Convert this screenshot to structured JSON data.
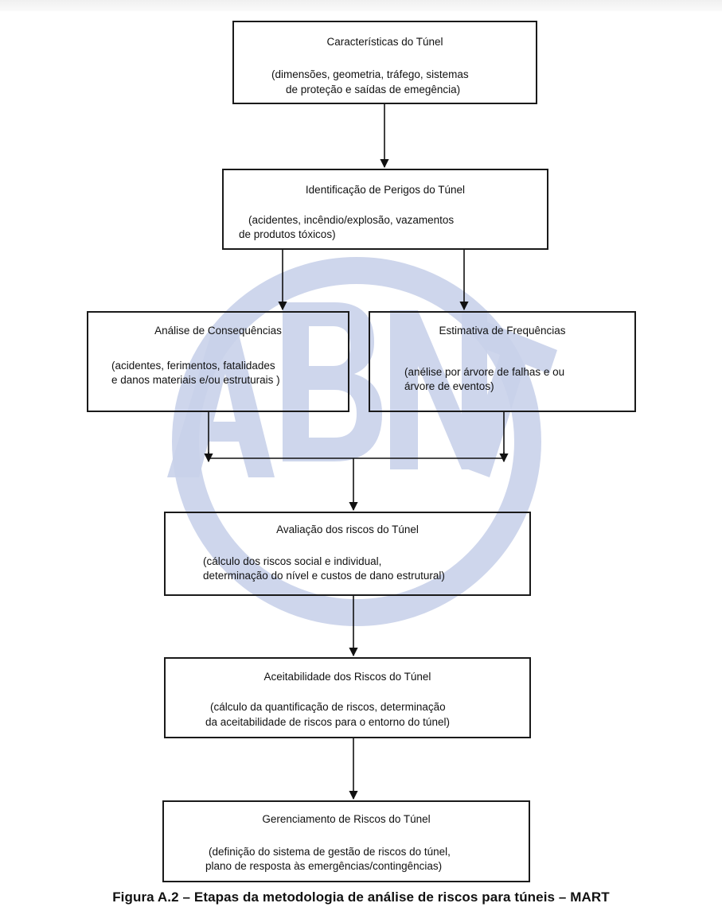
{
  "boxes": {
    "characteristics": {
      "title": "Características do Túnel",
      "desc": [
        "(dimensões, geometria, tráfego, sistemas",
        "de proteção e saídas de emegência)"
      ]
    },
    "hazards": {
      "title": "Identificação de Perigos do Túnel",
      "desc": [
        "(acidentes, incêndio/explosão, vazamentos",
        "de produtos tóxicos)"
      ]
    },
    "consequences": {
      "title": "Análise de Consequências",
      "desc": [
        "(acidentes, ferimentos, fatalidades",
        "e danos materiais e/ou estruturais )"
      ]
    },
    "frequencies": {
      "title": "Estimativa de Frequências",
      "desc": [
        "(anélise por árvore de falhas e ou",
        "árvore de eventos)"
      ]
    },
    "evaluation": {
      "title": "Avaliação dos riscos do Túnel",
      "desc": [
        "(cálculo dos riscos social e individual,",
        "determinação do nível e custos de dano estrutural)"
      ]
    },
    "acceptability": {
      "title": "Aceitabilidade dos Riscos do Túnel",
      "desc": [
        "(cálculo da quantificação de riscos, determinação",
        "da aceitabilidade de riscos para o entorno do túnel)"
      ]
    },
    "management": {
      "title": "Gerenciamento de Riscos do Túnel",
      "desc": [
        "(definição do sistema de gestão de riscos do túnel,",
        "plano de resposta às emergências/contingências)"
      ]
    }
  },
  "watermark": {
    "text": "ABNT",
    "color": "#c9d2ea"
  },
  "caption": "Figura A.2 – Etapas da metodologia de análise de riscos para túneis – MART"
}
